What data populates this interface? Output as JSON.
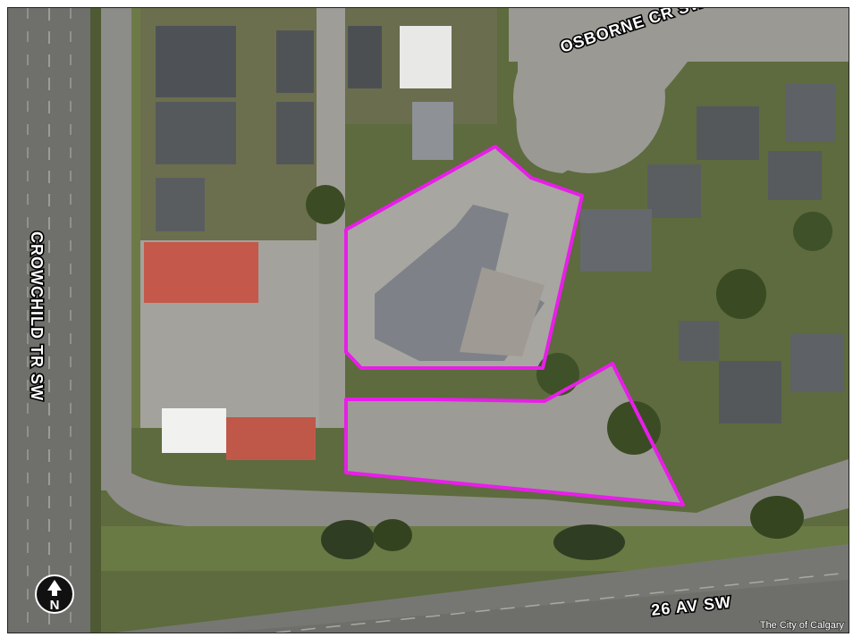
{
  "map": {
    "streets": {
      "crowchild": "CROWCHILD TR SW",
      "osborne": "OSBORNE CR SW",
      "av26": "26 AV SW"
    },
    "north_arrow": {
      "letter": "N",
      "icon": "north-arrow-icon"
    },
    "credit": "The City of Calgary",
    "highlight_color": "#e81ee8",
    "parcel_count": 2
  }
}
